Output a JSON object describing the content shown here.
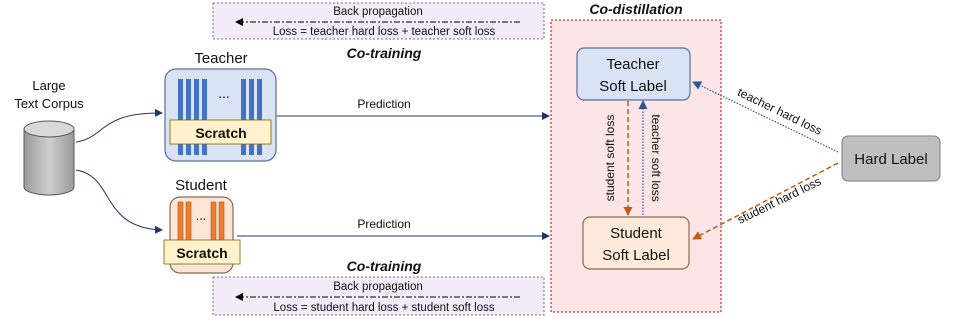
{
  "corpus": {
    "line1": "Large",
    "line2": "Text Corpus"
  },
  "teacher": {
    "title": "Teacher",
    "ellipsis": "...",
    "scratch": "Scratch",
    "prediction": "Prediction"
  },
  "student": {
    "title": "Student",
    "ellipsis": "...",
    "scratch": "Scratch",
    "prediction": "Prediction"
  },
  "cotraining_top": {
    "label": "Co-training",
    "backprop": "Back propagation",
    "loss": "Loss = teacher hard loss + teacher soft loss"
  },
  "cotraining_bottom": {
    "label": "Co-training",
    "backprop": "Back propagation",
    "loss": "Loss = student hard loss + student soft loss"
  },
  "codistillation": {
    "title": "Co-distillation",
    "teacher_soft_label_line1": "Teacher",
    "teacher_soft_label_line2": "Soft Label",
    "student_soft_label_line1": "Student",
    "student_soft_label_line2": "Soft Label",
    "student_soft_loss": "student soft loss",
    "teacher_soft_loss": "teacher soft loss"
  },
  "hard_label": {
    "label": "Hard Label",
    "teacher_hard_loss": "teacher hard loss",
    "student_hard_loss": "student hard loss"
  },
  "colors": {
    "purple_text": "#7030a0",
    "red_title": "#c00000",
    "teacher_bars": "#4472c4",
    "student_bars": "#ed7d31",
    "scratch_fill": "#fff2cc",
    "codistill_fill": "#fbe5e6",
    "teacher_label_fill": "#dae3f3",
    "student_label_fill": "#fdeada",
    "hard_label_fill": "#bfbfbf",
    "orange_arrow": "#c55a11",
    "blue_arrow": "#2f5597"
  }
}
